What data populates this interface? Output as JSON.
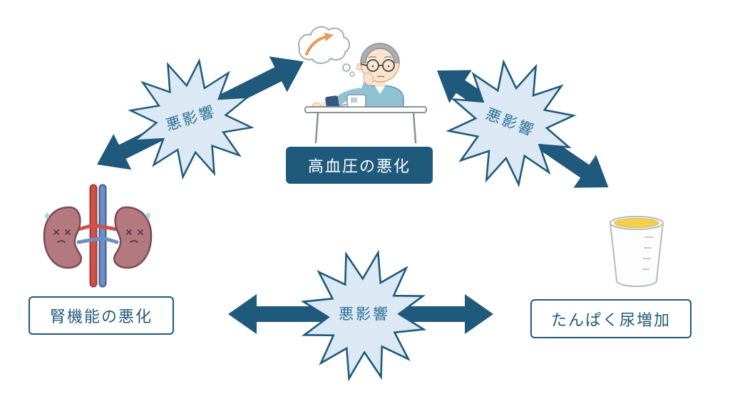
{
  "colors": {
    "accent_teal": "#1f5a7c",
    "burst_fill": "#dce9f5",
    "burst_text": "#2a6f93",
    "urine_yellow": "#f2cf4e"
  },
  "nodes": {
    "hypertension": {
      "label": "高血圧の悪化"
    },
    "kidney_function": {
      "label": "腎機能の悪化"
    },
    "proteinuria": {
      "label": "たんぱく尿増加"
    }
  },
  "bursts": {
    "top_left": {
      "label": "悪影響"
    },
    "top_right": {
      "label": "悪影響"
    },
    "bottom": {
      "label": "悪影響"
    }
  }
}
